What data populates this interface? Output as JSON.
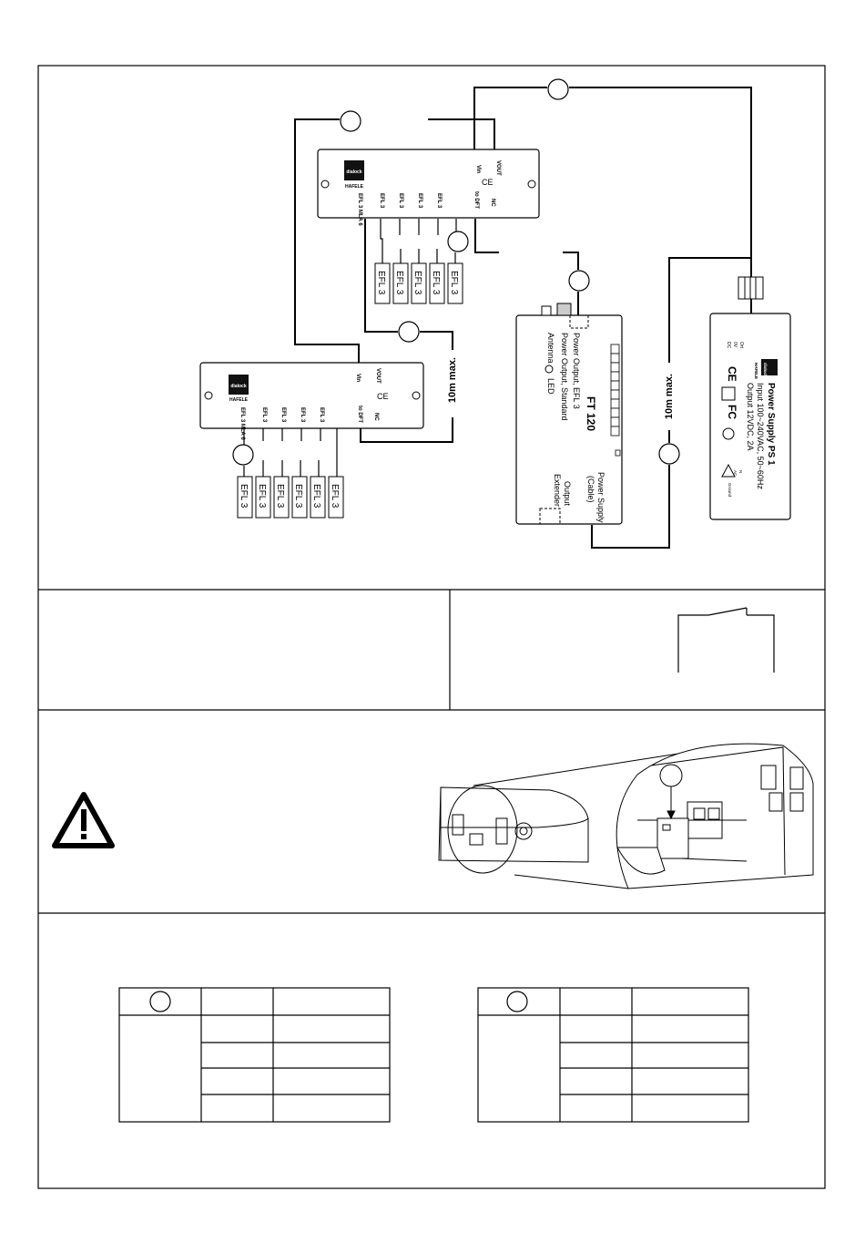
{
  "distributor": {
    "brand": "dialock",
    "sub": "HAFELE",
    "vin": "Vin",
    "vout": "VOUT",
    "ce": "CE",
    "port_labels": [
      "EFL 3 MLA 6",
      "EFL 3",
      "EFL 3",
      "EFL 3",
      "EFL 3",
      "to DFT",
      "NC"
    ]
  },
  "efl_modules": {
    "label": "EFL 3"
  },
  "cable_length": {
    "label": "10m max."
  },
  "ft120": {
    "title": "FT 120",
    "power_output_efl": "Power Output, EFL 3",
    "power_output_std": "Power Output, Standard",
    "antenna": "Antenna",
    "led": "LED",
    "power_supply": "Power Supply",
    "cable": "(Cable)",
    "output": "Output",
    "extender": "Extender"
  },
  "power_supply": {
    "title": "Power Supply PS 1",
    "input": "Input 100~240VAC, 50~60Hz",
    "output": "Output 12VDC, 2A",
    "brand": "dialock",
    "sub": "HAFELE",
    "ce": "CE",
    "fc": "FC",
    "side_text": [
      "Ort",
      "0V",
      "DC"
    ],
    "bottom_text": [
      "N",
      "AC",
      "Ground"
    ]
  },
  "icons": {
    "warning": "warning-triangle-icon"
  }
}
